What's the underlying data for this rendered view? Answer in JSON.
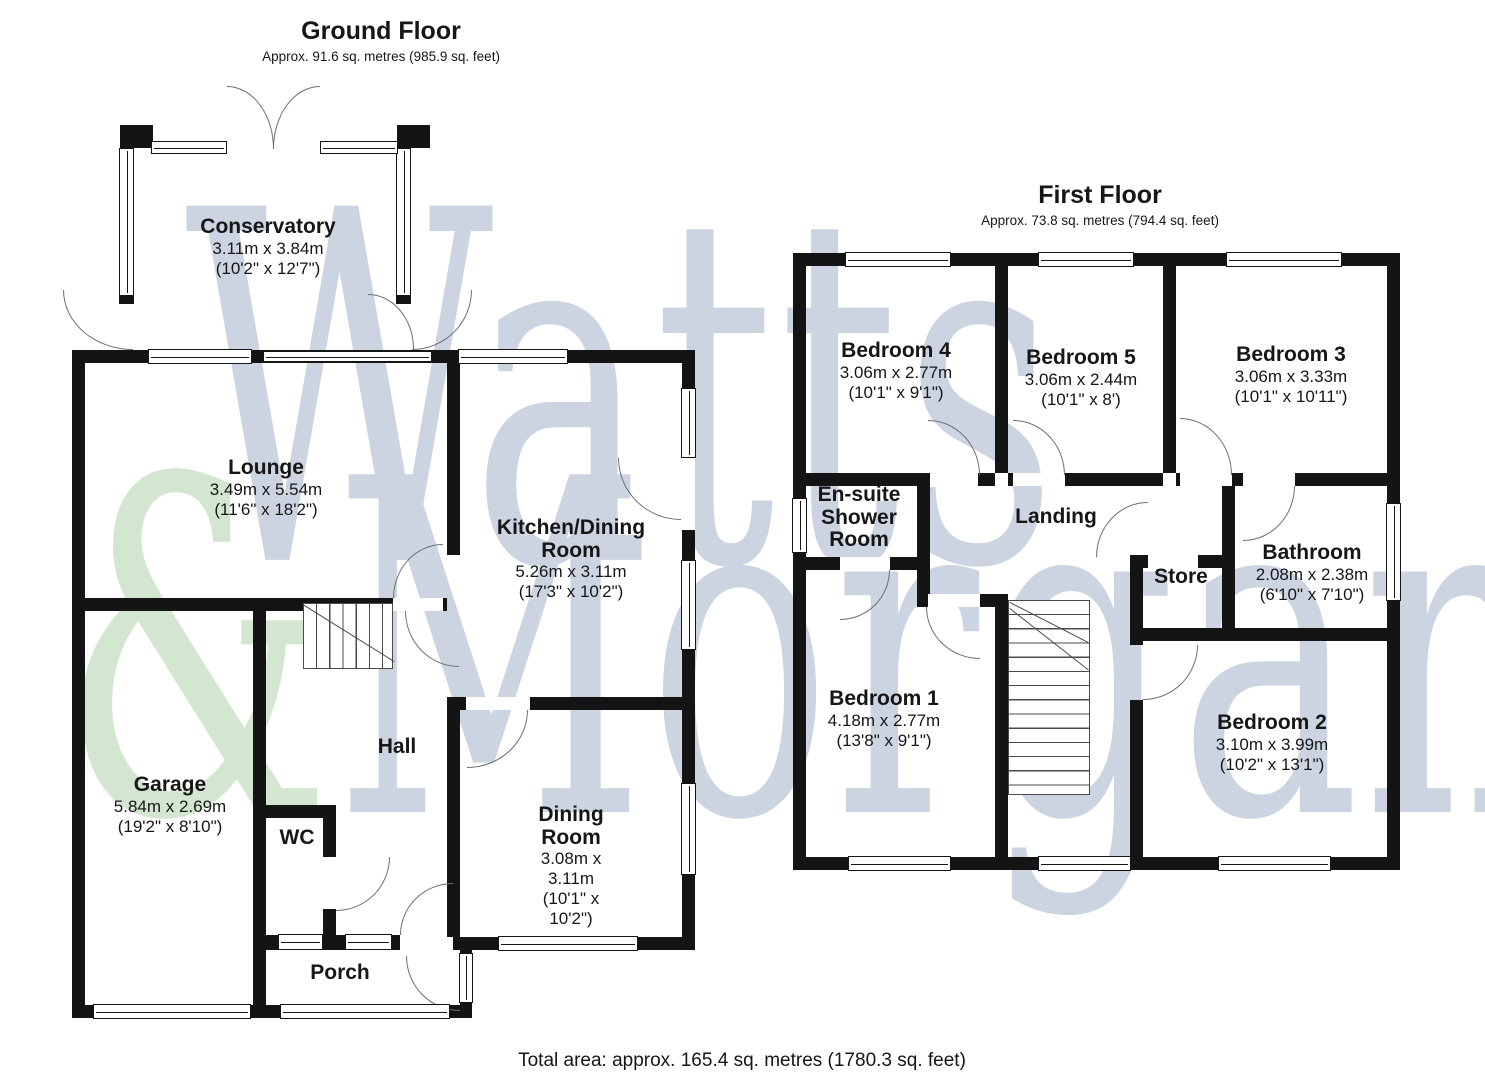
{
  "watermark": {
    "word1": "Watts",
    "amp": "&",
    "word2": "Morgan"
  },
  "ground_floor": {
    "title": "Ground Floor",
    "area": "Approx. 91.6 sq. metres (985.9 sq. feet)",
    "rooms": {
      "conservatory": {
        "name": "Conservatory",
        "dims_m": "3.11m x 3.84m",
        "dims_ft": "(10'2\" x 12'7\")"
      },
      "lounge": {
        "name": "Lounge",
        "dims_m": "3.49m x 5.54m",
        "dims_ft": "(11'6\" x 18'2\")"
      },
      "kitchen": {
        "name": "Kitchen/Dining Room",
        "dims_m": "5.26m x 3.11m",
        "dims_ft": "(17'3\" x 10'2\")"
      },
      "garage": {
        "name": "Garage",
        "dims_m": "5.84m x 2.69m",
        "dims_ft": "(19'2\" x 8'10\")"
      },
      "hall": {
        "name": "Hall"
      },
      "wc": {
        "name": "WC"
      },
      "porch": {
        "name": "Porch"
      },
      "dining": {
        "name": "Dining Room",
        "dims_m": "3.08m x 3.11m",
        "dims_ft": "(10'1\" x 10'2\")"
      }
    }
  },
  "first_floor": {
    "title": "First Floor",
    "area": "Approx. 73.8 sq. metres (794.4 sq. feet)",
    "rooms": {
      "bedroom4": {
        "name": "Bedroom 4",
        "dims_m": "3.06m x 2.77m",
        "dims_ft": "(10'1\" x 9'1\")"
      },
      "bedroom5": {
        "name": "Bedroom 5",
        "dims_m": "3.06m x 2.44m",
        "dims_ft": "(10'1\" x 8')"
      },
      "bedroom3": {
        "name": "Bedroom 3",
        "dims_m": "3.06m x 3.33m",
        "dims_ft": "(10'1\" x 10'11\")"
      },
      "ensuite": {
        "name": "En-suite Shower Room"
      },
      "landing": {
        "name": "Landing"
      },
      "store": {
        "name": "Store"
      },
      "bathroom": {
        "name": "Bathroom",
        "dims_m": "2.08m x 2.38m",
        "dims_ft": "(6'10\" x 7'10\")"
      },
      "bedroom1": {
        "name": "Bedroom 1",
        "dims_m": "4.18m x 2.77m",
        "dims_ft": "(13'8\" x 9'1\")"
      },
      "bedroom2": {
        "name": "Bedroom 2",
        "dims_m": "3.10m x 3.99m",
        "dims_ft": "(10'2\" x 13'1\")"
      }
    }
  },
  "footer": {
    "total_area": "Total area: approx. 165.4 sq. metres (1780.3 sq. feet)"
  },
  "colors": {
    "wall": "#141414",
    "watermark_blue": "#cdd4e1",
    "watermark_green": "#d3e6d0"
  }
}
